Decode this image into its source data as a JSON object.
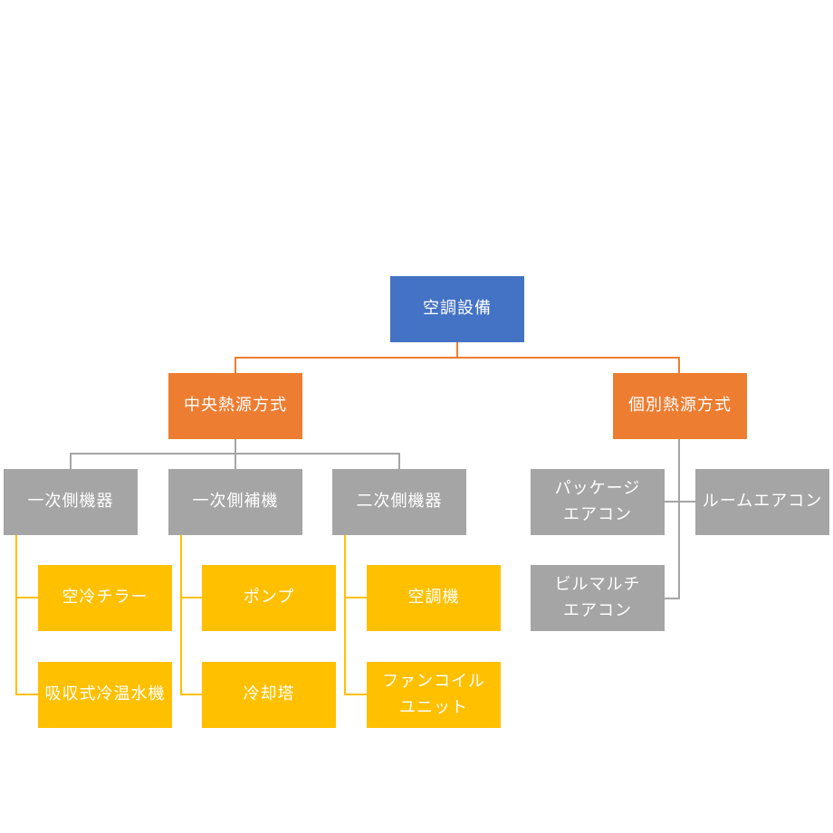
{
  "nodes": {
    "root": "空調設備",
    "central": "中央熱源方式",
    "individual": "個別熱源方式",
    "primary_equipment": "一次側機器",
    "primary_auxiliary": "一次側補機",
    "secondary_equipment": "二次側機器",
    "air_cooled_chiller": "空冷チラー",
    "absorption_chiller": "吸収式冷温水機",
    "pump": "ポンプ",
    "cooling_tower": "冷却塔",
    "air_handler": "空調機",
    "fan_coil_line1": "ファンコイル",
    "fan_coil_line2": "ユニット",
    "package_line1": "パッケージ",
    "package_line2": "エアコン",
    "room_ac": "ルームエアコン",
    "multi_line1": "ビルマルチ",
    "multi_line2": "エアコン"
  },
  "colors": {
    "level0": "#4472c4",
    "level1": "#ed7d31",
    "level2": "#a5a5a5",
    "level3": "#ffc000"
  }
}
